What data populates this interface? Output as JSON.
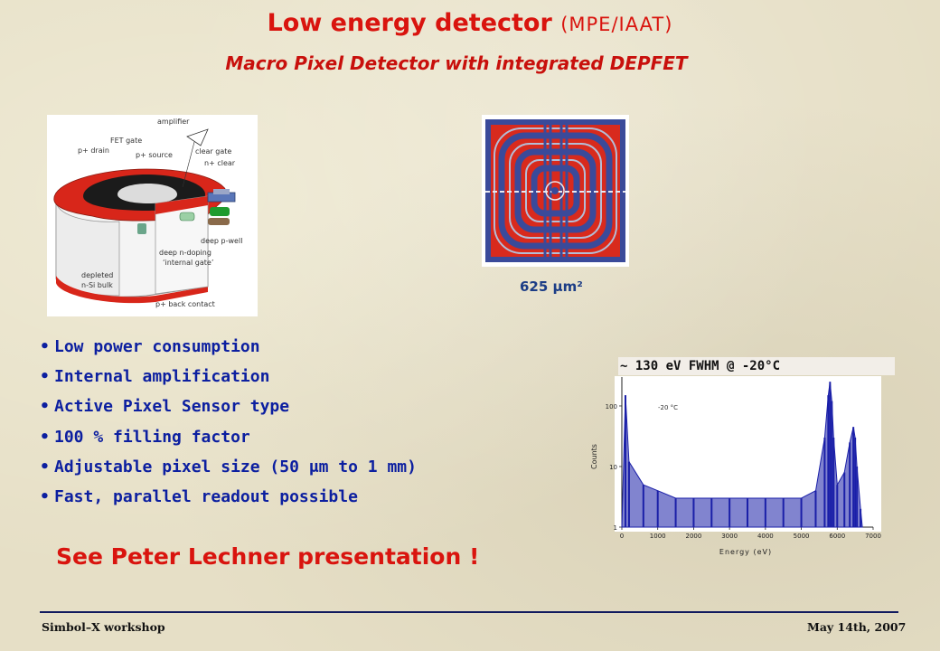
{
  "header": {
    "title_main": "Low energy detector",
    "title_paren": "(MPE/IAAT)",
    "subtitle": "Macro Pixel Detector with integrated DEPFET"
  },
  "cross_section": {
    "labels": {
      "amplifier": "amplifier",
      "fet_gate": "FET gate",
      "p_drain": "p+ drain",
      "p_source": "p+ source",
      "clear_gate": "clear gate",
      "n_clear": "n+ clear",
      "deep_pwell": "deep p-well",
      "deep_ndoping": "deep n-doping",
      "internal_gate": "‘internal gate’",
      "depleted": "depleted",
      "nsi_bulk": "n-Si bulk",
      "back_contact": "p+ back contact"
    }
  },
  "pixel_layout": {
    "label": "625 µm²"
  },
  "bullets": [
    "Low power consumption",
    "Internal amplification",
    "Active Pixel Sensor type",
    "100 % filling factor",
    "Adjustable pixel size (50 μm to 1 mm)",
    "Fast, parallel readout possible"
  ],
  "callout": "See Peter Lechner presentation !",
  "spectrum": {
    "annotation": "~ 130 eV FWHM @ -20°C",
    "temp_label": "-20 °C",
    "ylabel": "Counts",
    "xlabel": "Energy (eV)",
    "x_ticks": [
      "0",
      "1000",
      "2000",
      "3000",
      "4000",
      "5000",
      "6000",
      "7000"
    ],
    "y_ticks": [
      "100",
      "10",
      "1"
    ]
  },
  "chart_data": {
    "type": "bar",
    "title": "",
    "annotation": "~ 130 eV FWHM @ -20°C",
    "xlabel": "Energy (eV)",
    "ylabel": "Counts",
    "xlim": [
      0,
      7000
    ],
    "ylim": [
      1,
      300
    ],
    "yscale": "log",
    "series": [
      {
        "x": [
          100,
          200,
          600,
          1000,
          1500,
          2000,
          2500,
          3000,
          3500,
          4000,
          4500,
          5000,
          5400,
          5650,
          5750,
          5800,
          5850,
          5900,
          6000,
          6200,
          6350,
          6450,
          6500,
          6550,
          6650
        ],
        "values": [
          150,
          12,
          5,
          4,
          3,
          3,
          3,
          3,
          3,
          3,
          3,
          3,
          4,
          30,
          150,
          250,
          120,
          30,
          5,
          8,
          25,
          45,
          30,
          10,
          2
        ]
      }
    ],
    "colors": {
      "series": "#1a1fa8"
    }
  },
  "footer": {
    "left": "Simbol–X workshop",
    "right": "May 14th, 2007"
  },
  "colors": {
    "title_red": "#d9140e",
    "bullet_blue": "#0c1fa0",
    "background": "#e6dfc6"
  }
}
